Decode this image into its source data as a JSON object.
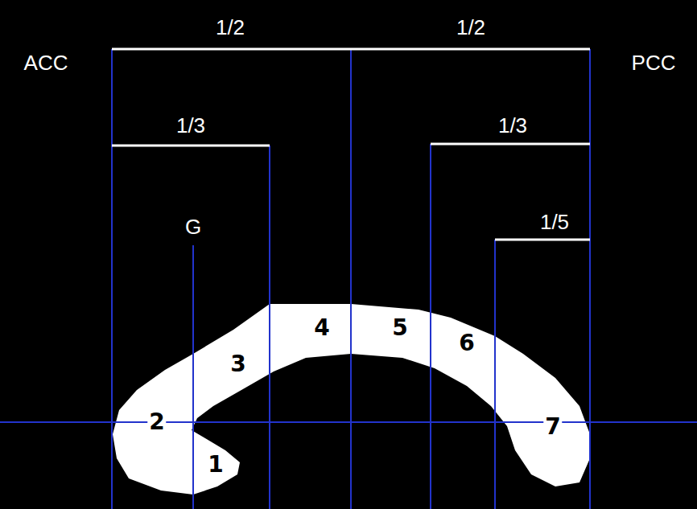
{
  "diagram": {
    "labels": [
      "1/2",
      "1/2",
      "ACC",
      "PCC",
      "1/3",
      "1/3",
      "G",
      "1/5",
      "4",
      "5",
      "3",
      "6",
      "2",
      "7",
      "1"
    ]
  }
}
